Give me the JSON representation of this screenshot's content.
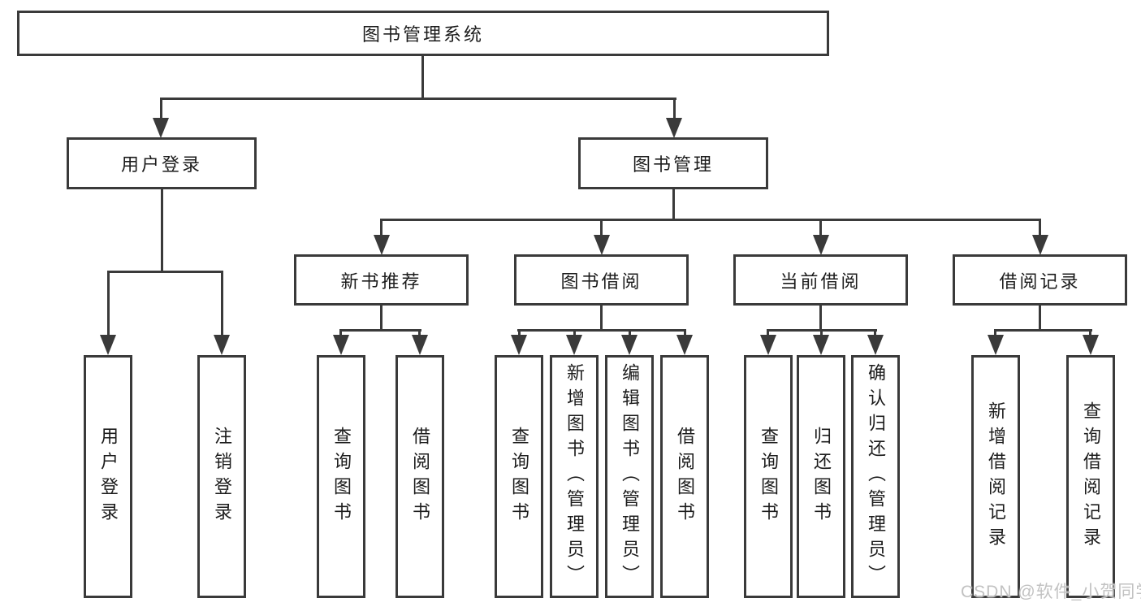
{
  "diagram": {
    "root": "图书管理系统",
    "level1": {
      "userLogin": "用户登录",
      "bookMgmt": "图书管理"
    },
    "level2": {
      "newBookRec": "新书推荐",
      "bookBorrow": "图书借阅",
      "currentBorrow": "当前借阅",
      "borrowRecords": "借阅记录"
    },
    "leaves": {
      "userLogin": "用户登录",
      "logout": "注销登录",
      "queryBooksA": "查询图书",
      "borrowBooksA": "借阅图书",
      "queryBooksB": "查询图书",
      "addBooks": "新增图书（管理员）",
      "editBooks": "编辑图书（管理员）",
      "borrowBooksB": "借阅图书",
      "queryBooksC": "查询图书",
      "returnBooks": "归还图书",
      "confirmReturn": "确认归还（管理员）",
      "addBorrowRecord": "新增借阅记录",
      "queryBorrowRecord": "查询借阅记录"
    },
    "watermark": "CSDN @软件_小贺同学",
    "colors": {
      "line": "#3a3a3a",
      "text": "#1c1c1c",
      "watermark": "#c2c2c2",
      "background": "#ffffff"
    }
  }
}
